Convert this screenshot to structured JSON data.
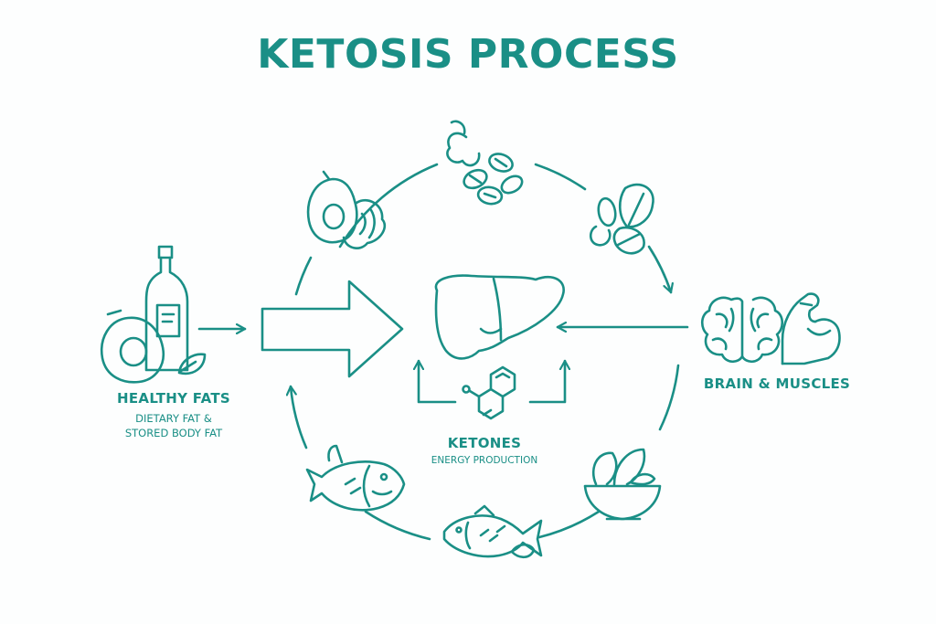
{
  "title": "KETOSIS PROCESS",
  "colors": {
    "primary": "#1a8f86",
    "background": "#fdfefe"
  },
  "nodes": {
    "input": {
      "label": "HEALTHY FATS",
      "sublabel_1": "DIETARY FAT &",
      "sublabel_2": "STORED BODY FAT",
      "icons": [
        "oil-bottle-icon",
        "avocado-icon",
        "leaf-icon"
      ]
    },
    "center": {
      "label": "KETONES",
      "sublabel": "ENERGY PRODUCTION",
      "icons": [
        "liver-icon",
        "molecule-icon"
      ]
    },
    "output": {
      "label": "BRAIN & MUSCLES",
      "icons": [
        "brain-icon",
        "flexed-arm-icon"
      ]
    }
  },
  "cycle_foods": [
    "avocado-walnut-icon",
    "kale-almonds-icon",
    "spinach-nuts-icon",
    "salad-bowl-icon",
    "fish-icon",
    "fish-icon"
  ]
}
